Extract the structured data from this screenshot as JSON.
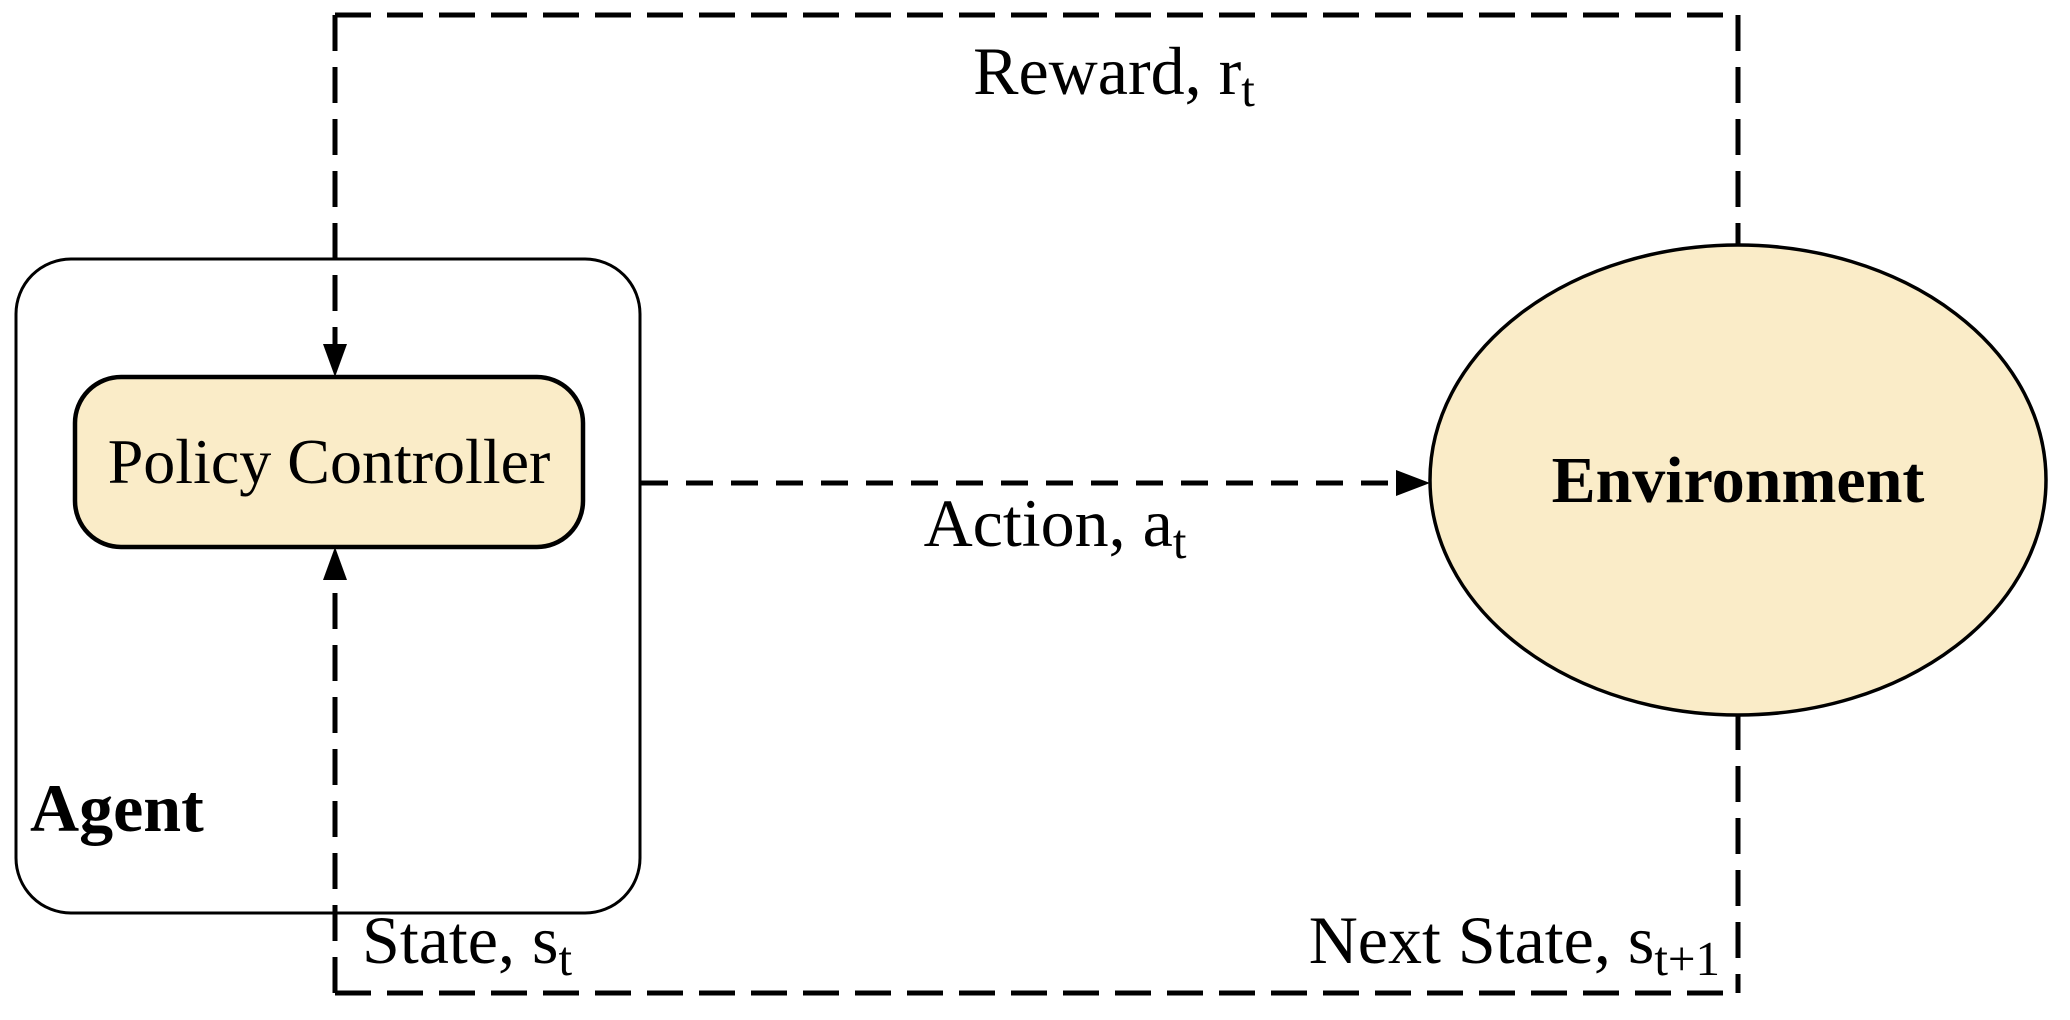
{
  "nodes": {
    "agent": "Agent",
    "policy_controller": "Policy Controller",
    "environment": "Environment"
  },
  "edges": {
    "reward": {
      "main": "Reward, r",
      "sub": "t"
    },
    "action": {
      "main": "Action, a",
      "sub": "t"
    },
    "state": {
      "main": "State, s",
      "sub": "t"
    },
    "next_state": {
      "main": "Next State, s",
      "sub": "t+1"
    }
  },
  "colors": {
    "node_fill": "#FAECC8",
    "agent_box_fill": "#FFFFFF",
    "line": "#000000",
    "background": "#FFFFFF"
  }
}
